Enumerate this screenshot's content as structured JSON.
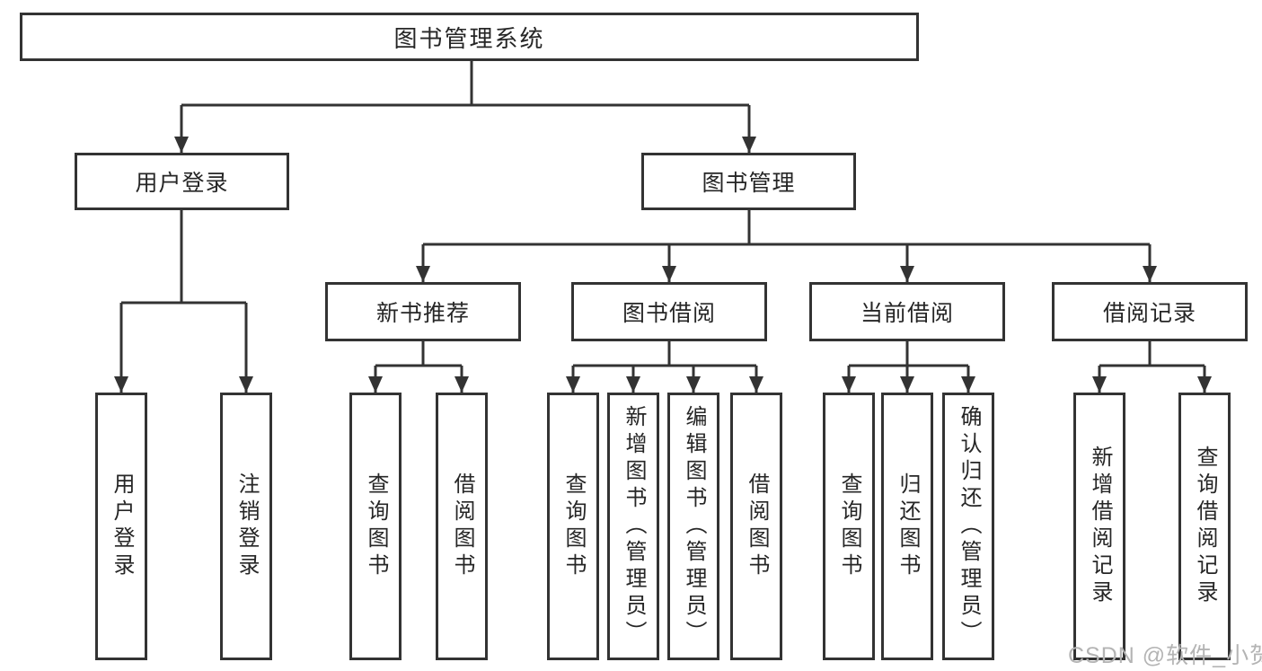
{
  "diagram": {
    "title": "图书管理系统",
    "colors": {
      "line": "#333333",
      "text": "#262626",
      "watermark": "#b4b4b4",
      "background": "#ffffff"
    },
    "tree": {
      "root": {
        "label": "图书管理系统"
      },
      "level2": [
        {
          "label": "用户登录",
          "children": [
            {
              "label": "用户登录"
            },
            {
              "label": "注销登录"
            }
          ]
        },
        {
          "label": "图书管理",
          "children": [
            {
              "label": "新书推荐",
              "children": [
                {
                  "label": "查询图书"
                },
                {
                  "label": "借阅图书"
                }
              ]
            },
            {
              "label": "图书借阅",
              "children": [
                {
                  "label": "查询图书"
                },
                {
                  "label": "新增图书（管理员）"
                },
                {
                  "label": "编辑图书（管理员）"
                },
                {
                  "label": "借阅图书"
                }
              ]
            },
            {
              "label": "当前借阅",
              "children": [
                {
                  "label": "查询图书"
                },
                {
                  "label": "归还图书"
                },
                {
                  "label": "确认归还（管理员）"
                }
              ]
            },
            {
              "label": "借阅记录",
              "children": [
                {
                  "label": "新增借阅记录"
                },
                {
                  "label": "查询借阅记录"
                }
              ]
            }
          ]
        }
      ]
    }
  },
  "watermark": {
    "text": "CSDN @软件_小贺同学"
  }
}
